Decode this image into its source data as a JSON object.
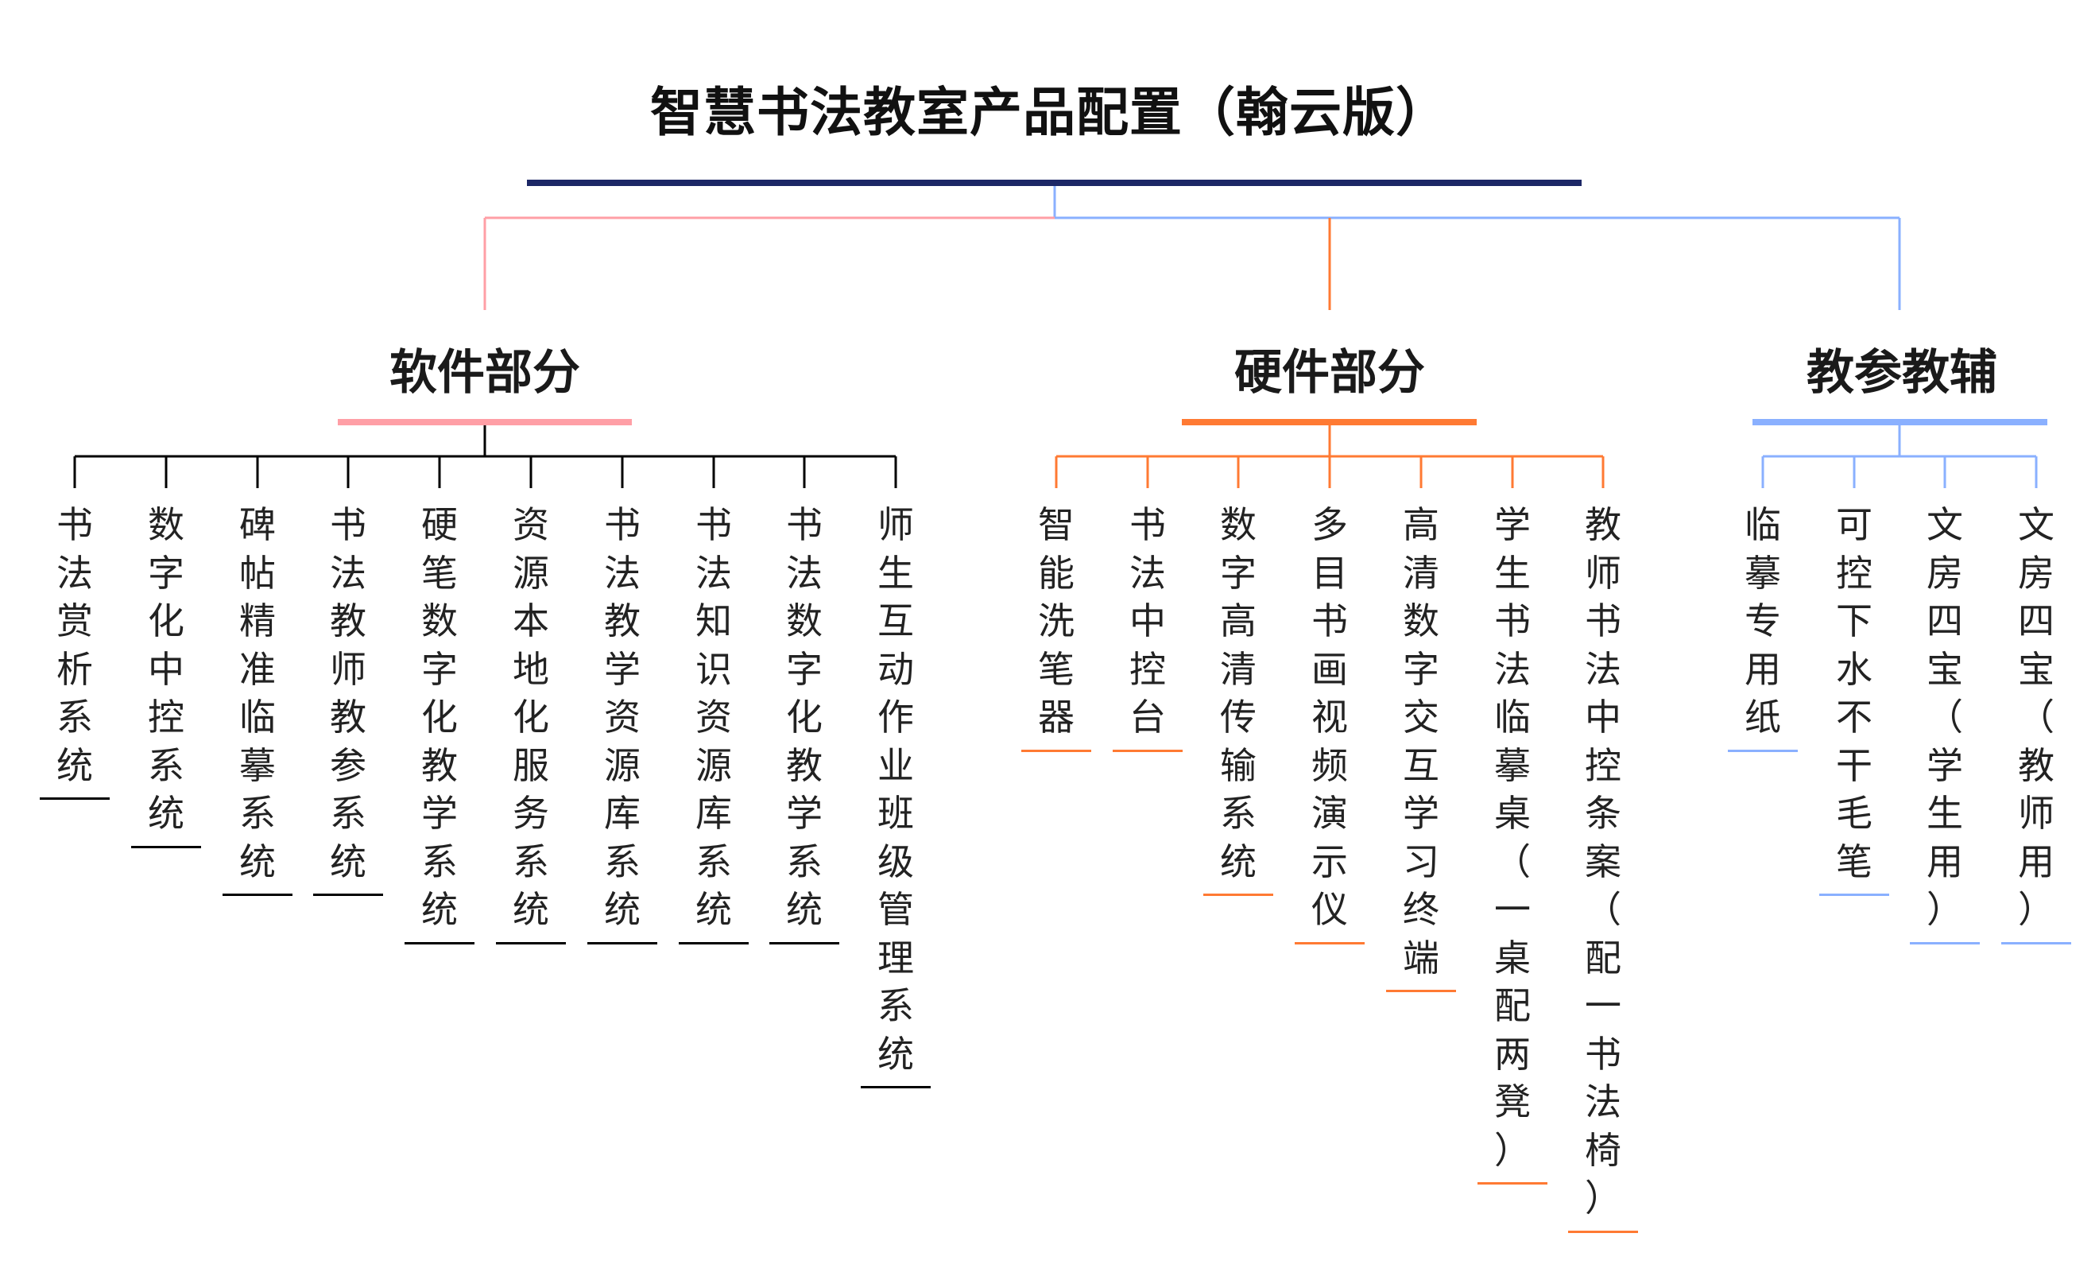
{
  "title": "智慧书法教室产品配置（翰云版）",
  "colors": {
    "root": "#1c2766",
    "software": "#ff9fa6",
    "hardware": "#ff7a33",
    "teaching": "#8ab0ff",
    "software_leaf": "#000000"
  },
  "categories": [
    {
      "key": "software",
      "title": "软件部分",
      "items": [
        {
          "label": "书法赏析系统"
        },
        {
          "label": "数字化中控系统"
        },
        {
          "label": "碑帖精准临摹系统"
        },
        {
          "label": "书法教师教参系统"
        },
        {
          "label": "硬笔数字化教学系统"
        },
        {
          "label": "资源本地化服务系统"
        },
        {
          "label": "书法教学资源库系统"
        },
        {
          "label": "书法知识资源库系统"
        },
        {
          "label": "书法数字化教学系统"
        },
        {
          "label": "师生互动作业班级管理系统"
        }
      ]
    },
    {
      "key": "hardware",
      "title": "硬件部分",
      "items": [
        {
          "label": "智能洗笔器"
        },
        {
          "label": "书法中控台"
        },
        {
          "label": "数字高清传输系统"
        },
        {
          "label": "多目书画视频演示仪"
        },
        {
          "label": "高清数字交互学习终端"
        },
        {
          "label": "学生书法临摹桌（一桌配两凳）"
        },
        {
          "label": "教师书法中控条案（配一书法椅）"
        }
      ]
    },
    {
      "key": "teaching",
      "title": "教参教辅",
      "items": [
        {
          "label": "临摹专用纸"
        },
        {
          "label": "可控下水不干毛笔"
        },
        {
          "label": "文房四宝（学生用）"
        },
        {
          "label": "文房四宝（教师用）"
        }
      ]
    }
  ]
}
